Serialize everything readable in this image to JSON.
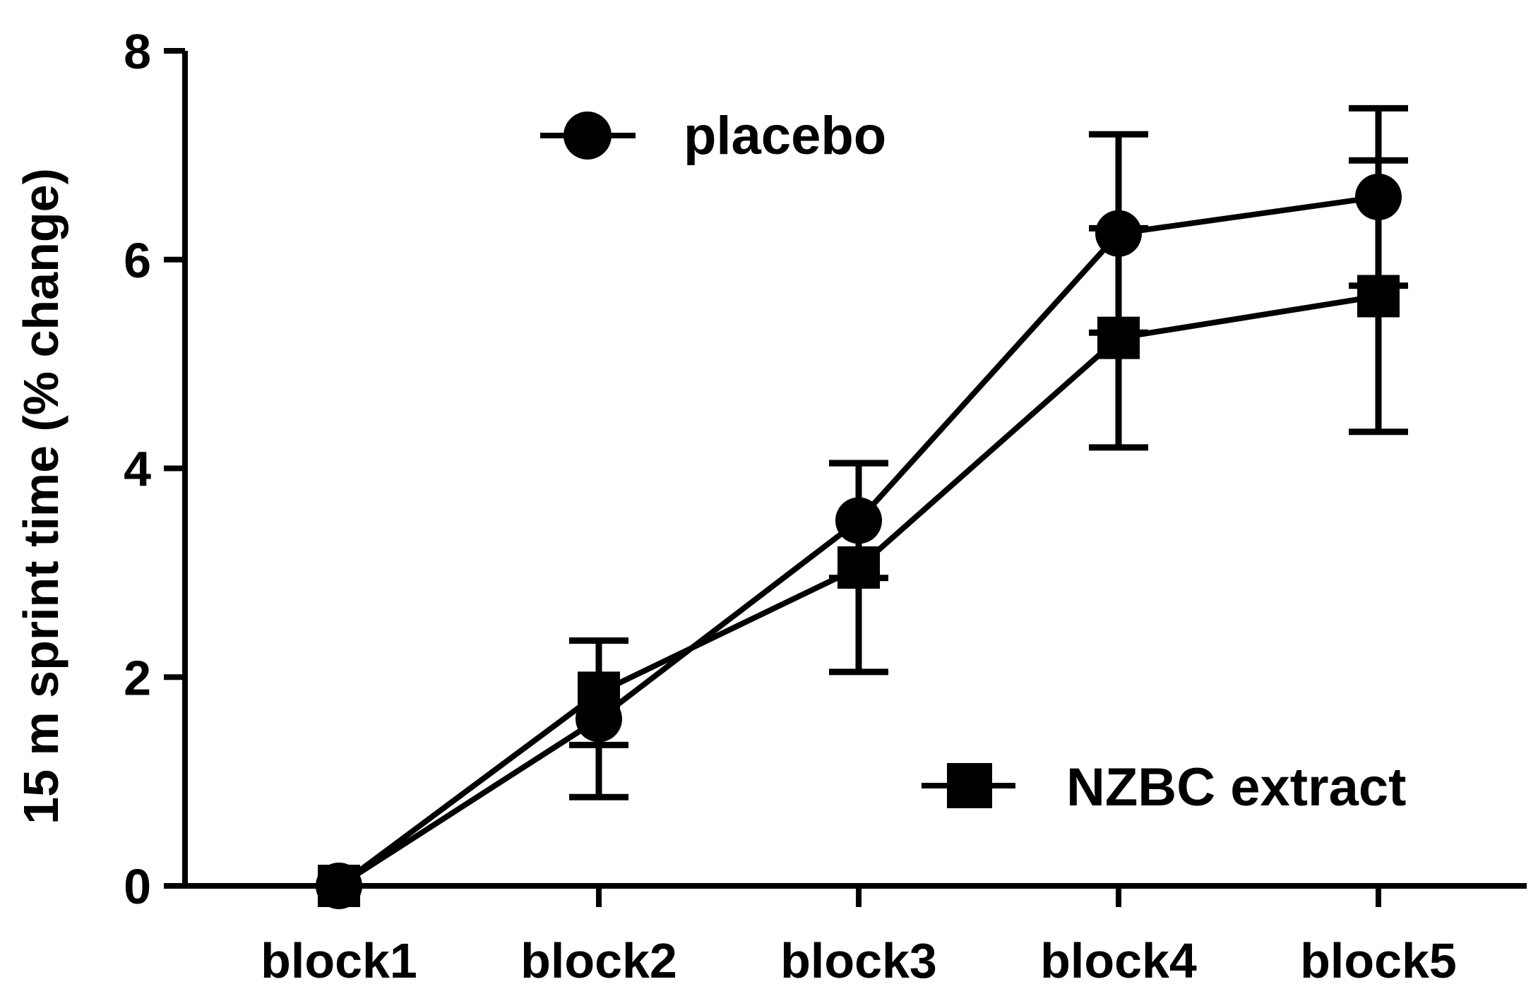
{
  "chart_data": {
    "type": "line",
    "title": "",
    "xlabel": "",
    "ylabel": "15 m sprint time (% change)",
    "categories": [
      "block1",
      "block2",
      "block3",
      "block4",
      "block5"
    ],
    "ylim": [
      0,
      8
    ],
    "yticks": [
      "0",
      "2",
      "4",
      "6",
      "8"
    ],
    "grid": false,
    "series": [
      {
        "name": "placebo",
        "marker": "circle",
        "values": [
          0,
          1.6,
          3.5,
          6.25,
          6.6
        ],
        "error": [
          0,
          0.75,
          0.55,
          0.95,
          0.85
        ]
      },
      {
        "name": "NZBC extract",
        "marker": "square",
        "values": [
          0,
          1.85,
          3.05,
          5.25,
          5.65
        ],
        "error": [
          0,
          0.5,
          1.0,
          1.05,
          1.3
        ]
      }
    ],
    "legend": [
      {
        "label": "placebo",
        "marker": "circle",
        "placement": "top-center"
      },
      {
        "label": "NZBC extract",
        "marker": "square",
        "placement": "bottom-right"
      }
    ],
    "colors": {
      "line": "#000000",
      "background": "#ffffff"
    }
  }
}
